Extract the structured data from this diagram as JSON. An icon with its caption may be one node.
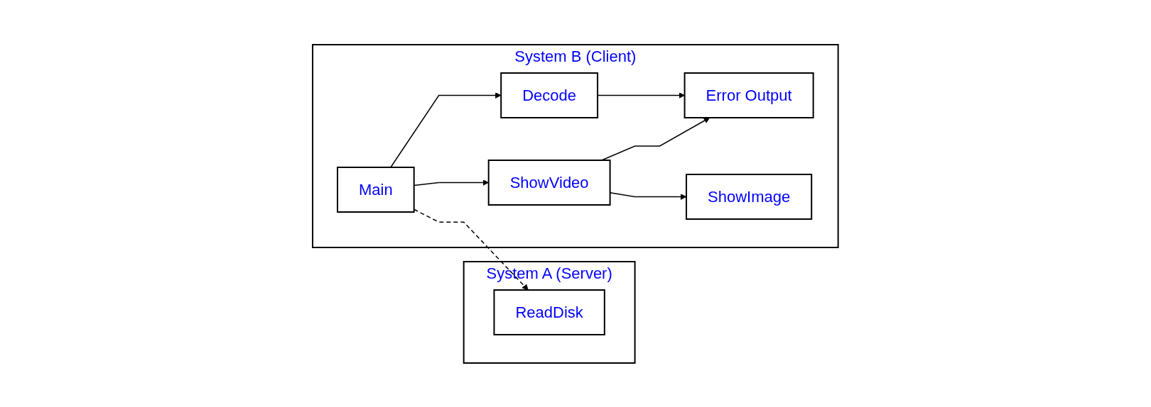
{
  "diagram": {
    "nodes": [
      {
        "text": [
          "System A (Server)"
        ]
      },
      {
        "text": [
          "ReadDisk"
        ],
        "in": 0
      },
      {
        "text": [
          "System B (Client)"
        ]
      },
      {
        "text": [
          "Main"
        ],
        "in": 2
      },
      {
        "text": [
          "Decode"
        ],
        "in": 2
      },
      {
        "text": [
          "ShowVideo"
        ],
        "in": 2
      },
      {
        "text": [
          "Error Output"
        ],
        "in": 2
      },
      {
        "text": [
          "ShowImage"
        ],
        "in": 2
      }
    ],
    "edges": [
      {
        "from": 3,
        "to": 1,
        "arrow": "to",
        "style": "dashed"
      },
      {
        "from": 3,
        "to": 4,
        "arrow": "to"
      },
      {
        "from": 3,
        "to": 5,
        "arrow": "to"
      },
      {
        "from": 4,
        "to": 6,
        "arrow": "to"
      },
      {
        "from": 5,
        "to": 6,
        "arrow": "to"
      },
      {
        "from": 5,
        "to": 7,
        "arrow": "to"
      }
    ]
  }
}
